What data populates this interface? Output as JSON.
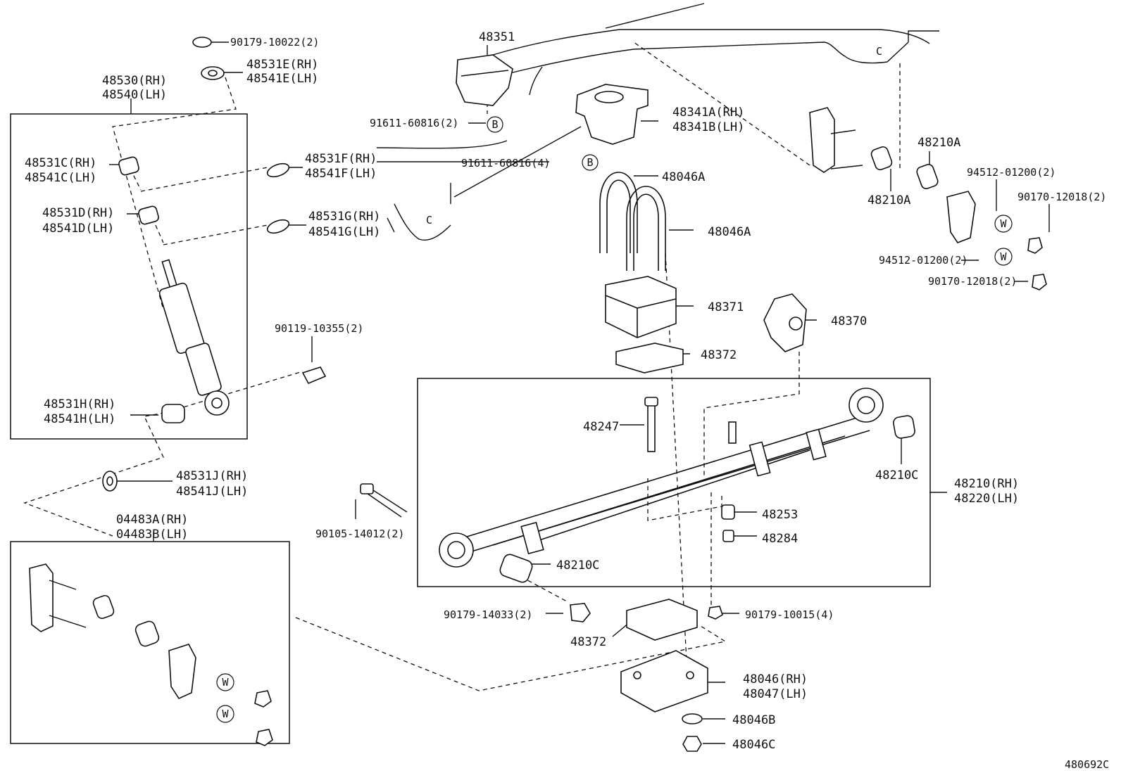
{
  "diagram_id": "480692C",
  "symbols": {
    "B": "B",
    "W": "W",
    "C": "C"
  },
  "labels": {
    "p90179_10022": "90179-10022(2)",
    "p48531E": "48531E(RH)",
    "p48541E": "48541E(LH)",
    "p48530": "48530(RH)",
    "p48540": "48540(LH)",
    "p48351": "48351",
    "p91611_60816_2": "91611-60816(2)",
    "p48341A": "48341A(RH)",
    "p48341B": "48341B(LH)",
    "p48531C": "48531C(RH)",
    "p48541C": "48541C(LH)",
    "p48531F": "48531F(RH)",
    "p48541F": "48541F(LH)",
    "p91611_60816_4": "91611-60816(4)",
    "p48210A_top": "48210A",
    "p48210A_bot": "48210A",
    "p94512_01200_a": "94512-01200(2)",
    "p90170_12018_a": "90170-12018(2)",
    "p94512_01200_b": "94512-01200(2)",
    "p90170_12018_b": "90170-12018(2)",
    "p48046A_1": "48046A",
    "p48046A_2": "48046A",
    "p48531D": "48531D(RH)",
    "p48541D": "48541D(LH)",
    "p48531G": "48531G(RH)",
    "p48541G": "48541G(LH)",
    "p48371": "48371",
    "p48370": "48370",
    "p48372_top": "48372",
    "p90119_10355": "90119-10355(2)",
    "p48531H": "48531H(RH)",
    "p48541H": "48541H(LH)",
    "p48247": "48247",
    "p48210C_right": "48210C",
    "p48210": "48210(RH)",
    "p48220": "48220(LH)",
    "p48531J": "48531J(RH)",
    "p48541J": "48541J(LH)",
    "p90105_14012": "90105-14012(2)",
    "p48253": "48253",
    "p48284": "48284",
    "p04483A": "04483A(RH)",
    "p04483B": "04483B(LH)",
    "p48210C_left": "48210C",
    "p90179_14033": "90179-14033(2)",
    "p90179_10015": "90179-10015(4)",
    "p48372_bot": "48372",
    "p48046": "48046(RH)",
    "p48047": "48047(LH)",
    "p48046B": "48046B",
    "p48046C": "48046C"
  }
}
